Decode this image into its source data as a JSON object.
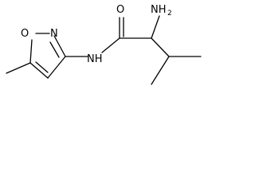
{
  "molecule": {
    "atoms": {
      "ring_o": "O",
      "ring_n": "N",
      "amide_n": "NH",
      "carbonyl_o": "O",
      "amine": "NH",
      "amine_subscript": "2"
    }
  }
}
